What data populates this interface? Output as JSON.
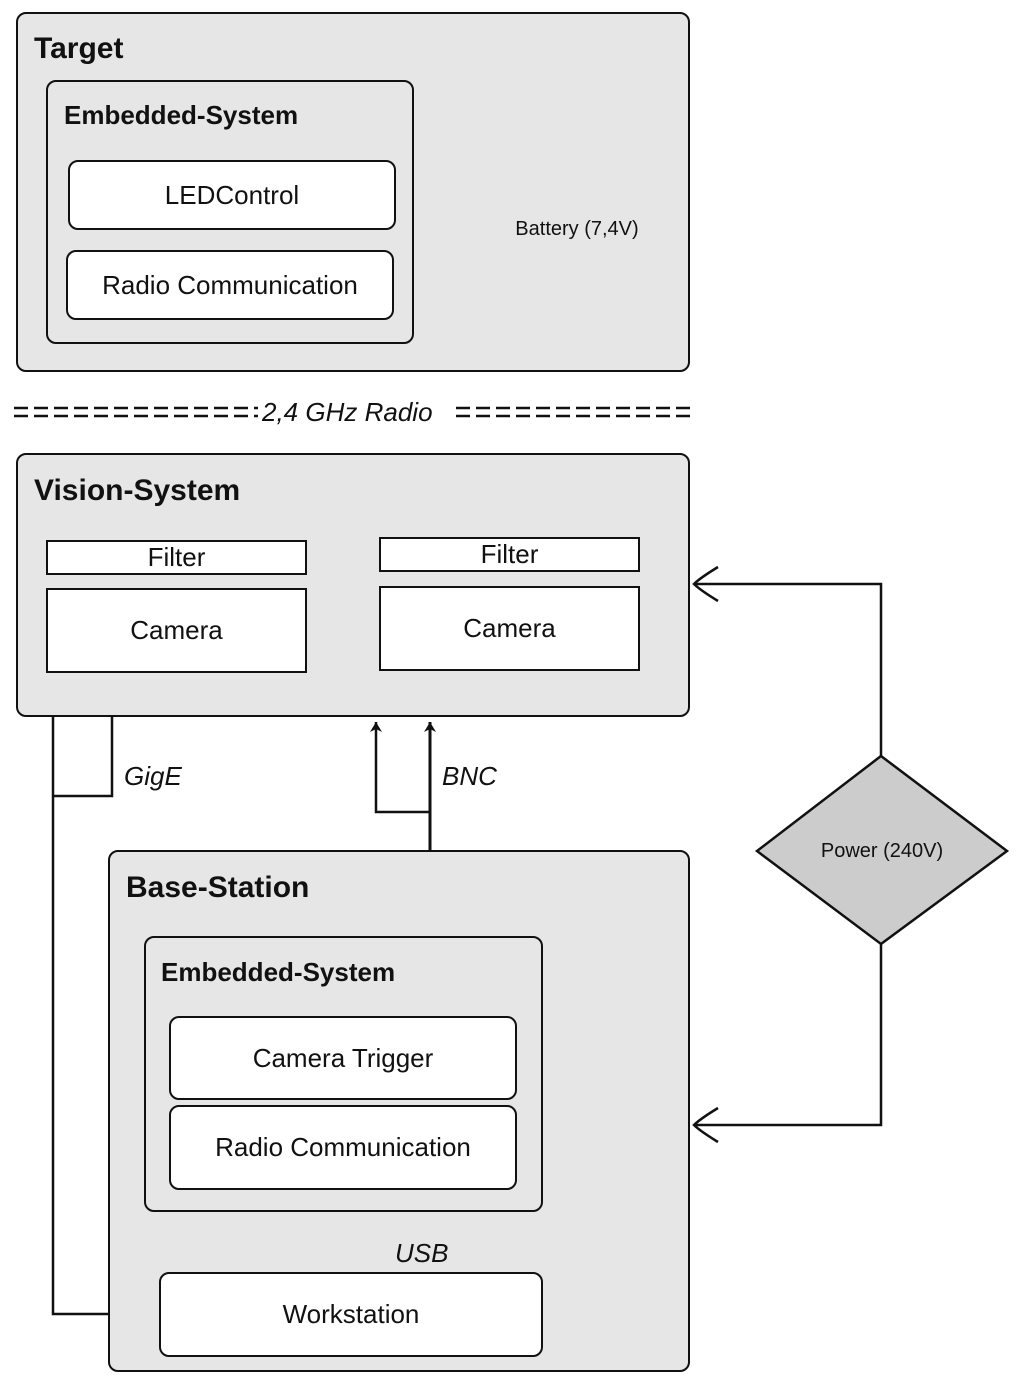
{
  "target": {
    "title": "Target",
    "embedded_system": {
      "title": "Embedded-System",
      "modules": [
        "LEDControl",
        "Radio Communication"
      ]
    },
    "power_source": "Battery (7,4V)"
  },
  "radio_link": {
    "label": "2,4 GHz Radio"
  },
  "vision_system": {
    "title": "Vision-System",
    "cameras": [
      {
        "filter": "Filter",
        "camera": "Camera"
      },
      {
        "filter": "Filter",
        "camera": "Camera"
      }
    ]
  },
  "connections": {
    "gige": "GigE",
    "bnc": "BNC",
    "usb": "USB"
  },
  "power": {
    "label": "Power (240V)"
  },
  "base_station": {
    "title": "Base-Station",
    "embedded_system": {
      "title": "Embedded-System",
      "modules": [
        "Camera Trigger",
        "Radio Communication"
      ]
    },
    "workstation": "Workstation"
  }
}
